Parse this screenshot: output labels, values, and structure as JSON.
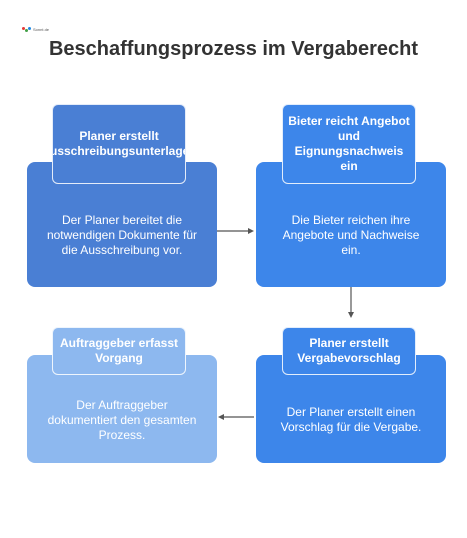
{
  "logo": {
    "text": "Sonnt.de",
    "colors": [
      "#e53935",
      "#43a047",
      "#1e88e5"
    ]
  },
  "title": "Beschaffungsprozess im Vergaberecht",
  "steps": [
    {
      "heading": "Planer erstellt Ausschreibungsunterlagen",
      "body": "Der Planer bereitet die notwendigen Dokumente für die Ausschreibung vor.",
      "color": "#4a7fd4",
      "head_color": "#4a7fd4"
    },
    {
      "heading": "Bieter reicht Angebot und Eignungsnachweis ein",
      "body": "Die Bieter reichen ihre Angebote und Nachweise ein.",
      "color": "#3d86ea",
      "head_color": "#3d86ea"
    },
    {
      "heading": "Planer erstellt Vergabevorschlag",
      "body": "Der Planer erstellt einen Vorschlag für die Vergabe.",
      "color": "#3d86ea",
      "head_color": "#3d86ea"
    },
    {
      "heading": "Auftraggeber erfasst Vorgang",
      "body": "Der Auftraggeber dokumentiert den gesamten Prozess.",
      "color": "#8db8ef",
      "head_color": "#8db8ef"
    }
  ],
  "arrow_color": "#555555"
}
